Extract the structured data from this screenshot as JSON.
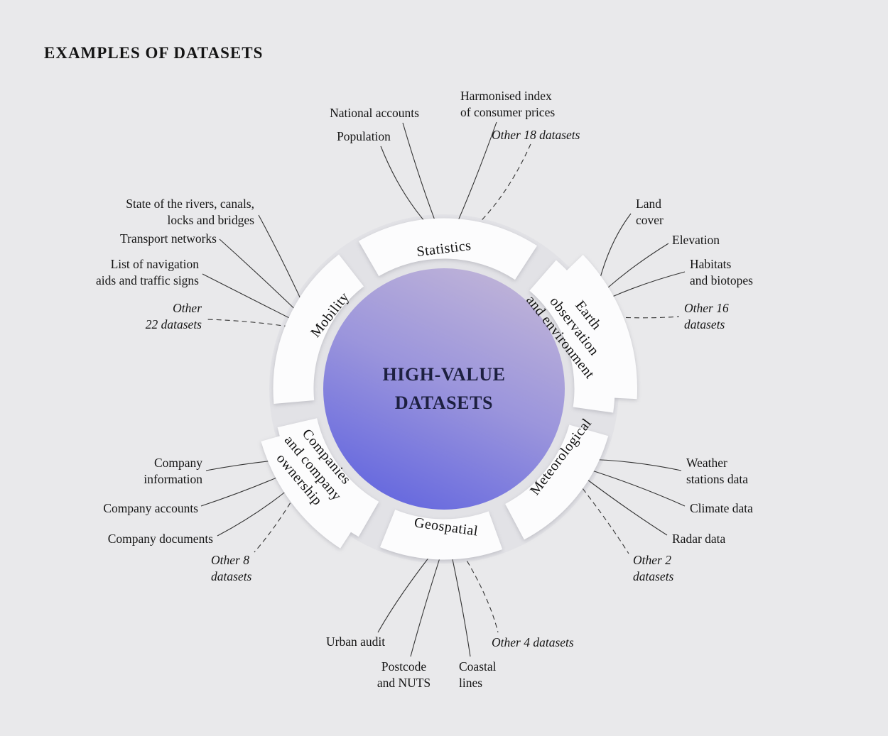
{
  "title": "EXAMPLES OF DATASETS",
  "center_label": "HIGH-VALUE\nDATASETS",
  "colors": {
    "background": "#e9e9eb",
    "ring": "#fcfcfd",
    "circle_gradient_top": "#c7bad7",
    "circle_gradient_bottom": "#6366df",
    "line": "#333333",
    "center_text": "#1d2040"
  },
  "categories": {
    "statistics": {
      "label": "Statistics"
    },
    "earth": {
      "label": "Earth\nobservation\nand environment"
    },
    "meteorological": {
      "label": "Meteorological"
    },
    "geospatial": {
      "label": "Geospatial"
    },
    "companies": {
      "label": "Companies\nand company\nownership"
    },
    "mobility": {
      "label": "Mobility"
    }
  },
  "datasets": {
    "statistics": {
      "national_accounts": "National accounts",
      "population": "Population",
      "hicp": "Harmonised index\nof consumer prices",
      "other": "Other 18 datasets"
    },
    "earth": {
      "land_cover": "Land\ncover",
      "elevation": "Elevation",
      "habitats": "Habitats\nand biotopes",
      "other": "Other 16\ndatasets"
    },
    "meteorological": {
      "weather_stations": "Weather\nstations data",
      "climate": "Climate data",
      "radar": "Radar data",
      "other": "Other 2\ndatasets"
    },
    "geospatial": {
      "urban_audit": "Urban audit",
      "postcode_nuts": "Postcode\nand NUTS",
      "coastal_lines": "Coastal\nlines",
      "other": "Other 4 datasets"
    },
    "companies": {
      "company_information": "Company\ninformation",
      "company_accounts": "Company accounts",
      "company_documents": "Company documents",
      "other": "Other 8\ndatasets"
    },
    "mobility": {
      "rivers": "State of the rivers, canals,\nlocks and bridges",
      "transport_networks": "Transport networks",
      "navigation_aids": "List of navigation\naids and traffic signs",
      "other": "Other\n22 datasets"
    }
  }
}
